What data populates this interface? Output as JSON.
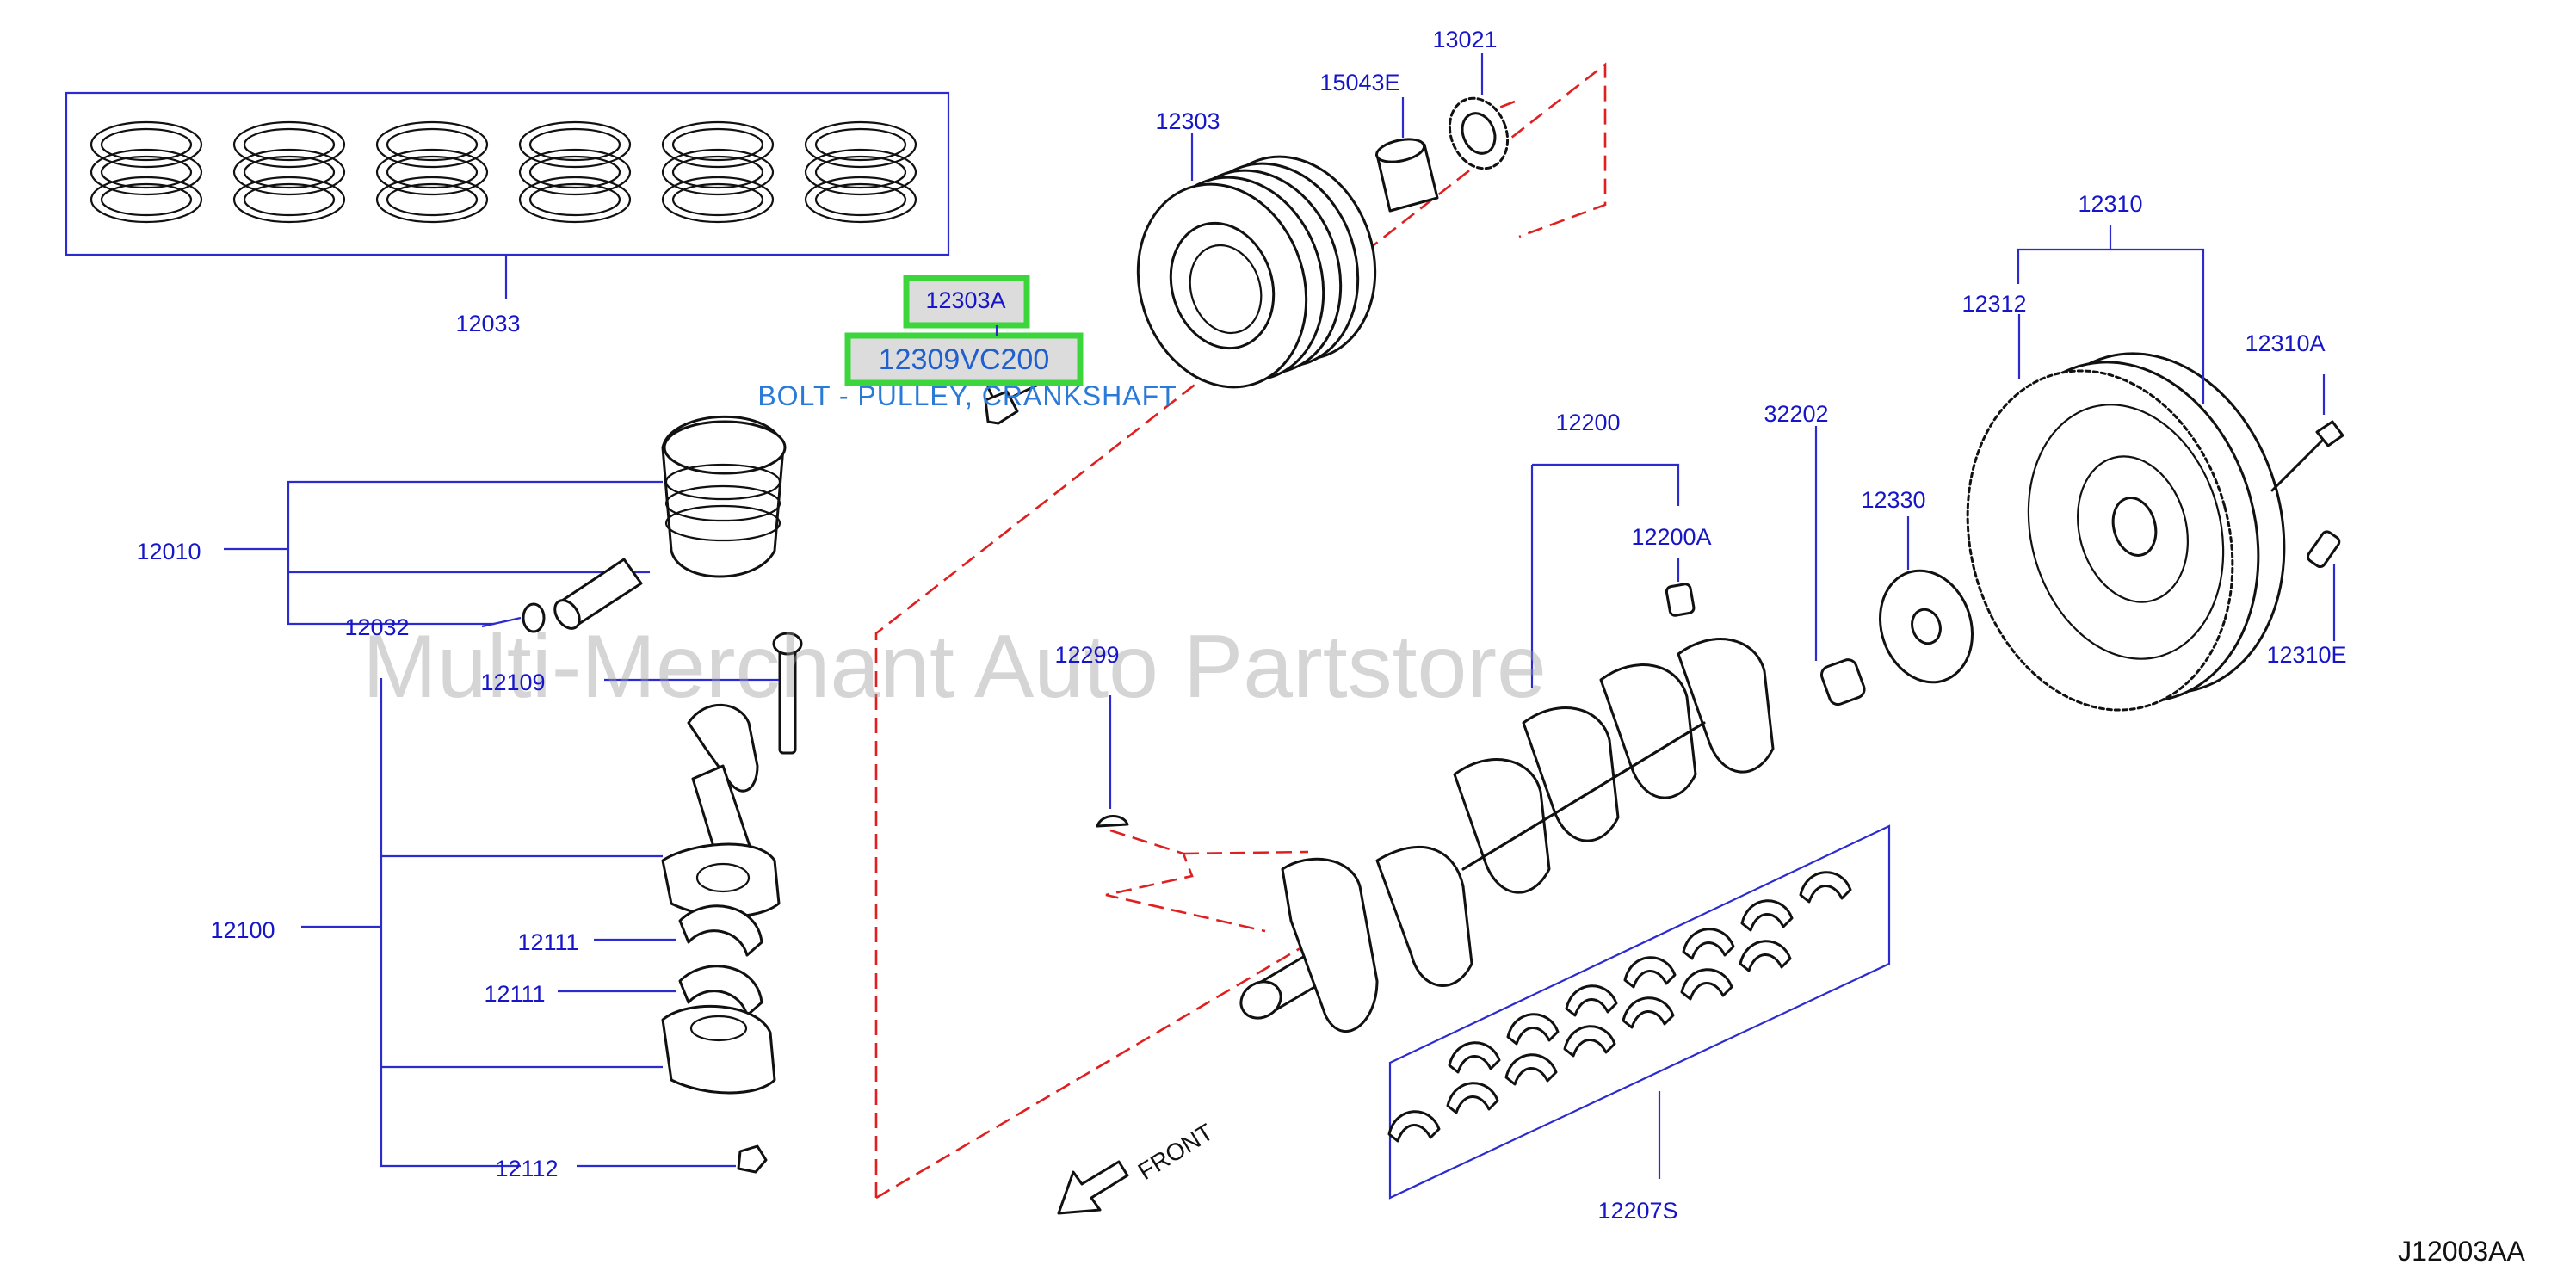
{
  "labels": {
    "p12033": "12033",
    "p12303A": "12303A",
    "p12309VC200": "12309VC200",
    "p12303": "12303",
    "p15043E": "15043E",
    "p13021": "13021",
    "p12310": "12310",
    "p12312": "12312",
    "p12310A": "12310A",
    "p12310E": "12310E",
    "p12200": "12200",
    "p12200A": "12200A",
    "p32202": "32202",
    "p12330": "12330",
    "p12299": "12299",
    "p12010": "12010",
    "p12032": "12032",
    "p12109": "12109",
    "p12100": "12100",
    "p12111a": "12111",
    "p12111b": "12111",
    "p12112": "12112",
    "p12207S": "12207S"
  },
  "highlighted_part": {
    "number": "12309VC200",
    "description": "BOLT - PULLEY, CRANKSHAFT",
    "highlight_color": "#3cd63c"
  },
  "front_label": "FRONT",
  "diagram_id": "J12003AA",
  "watermark": "Multi-Merchant Auto Partstore",
  "colors": {
    "label": "#1616c8",
    "leader": "#2b2bd0",
    "dashed_outline": "#e02020",
    "highlight": "#3cd63c",
    "description": "#2a7ad8"
  }
}
